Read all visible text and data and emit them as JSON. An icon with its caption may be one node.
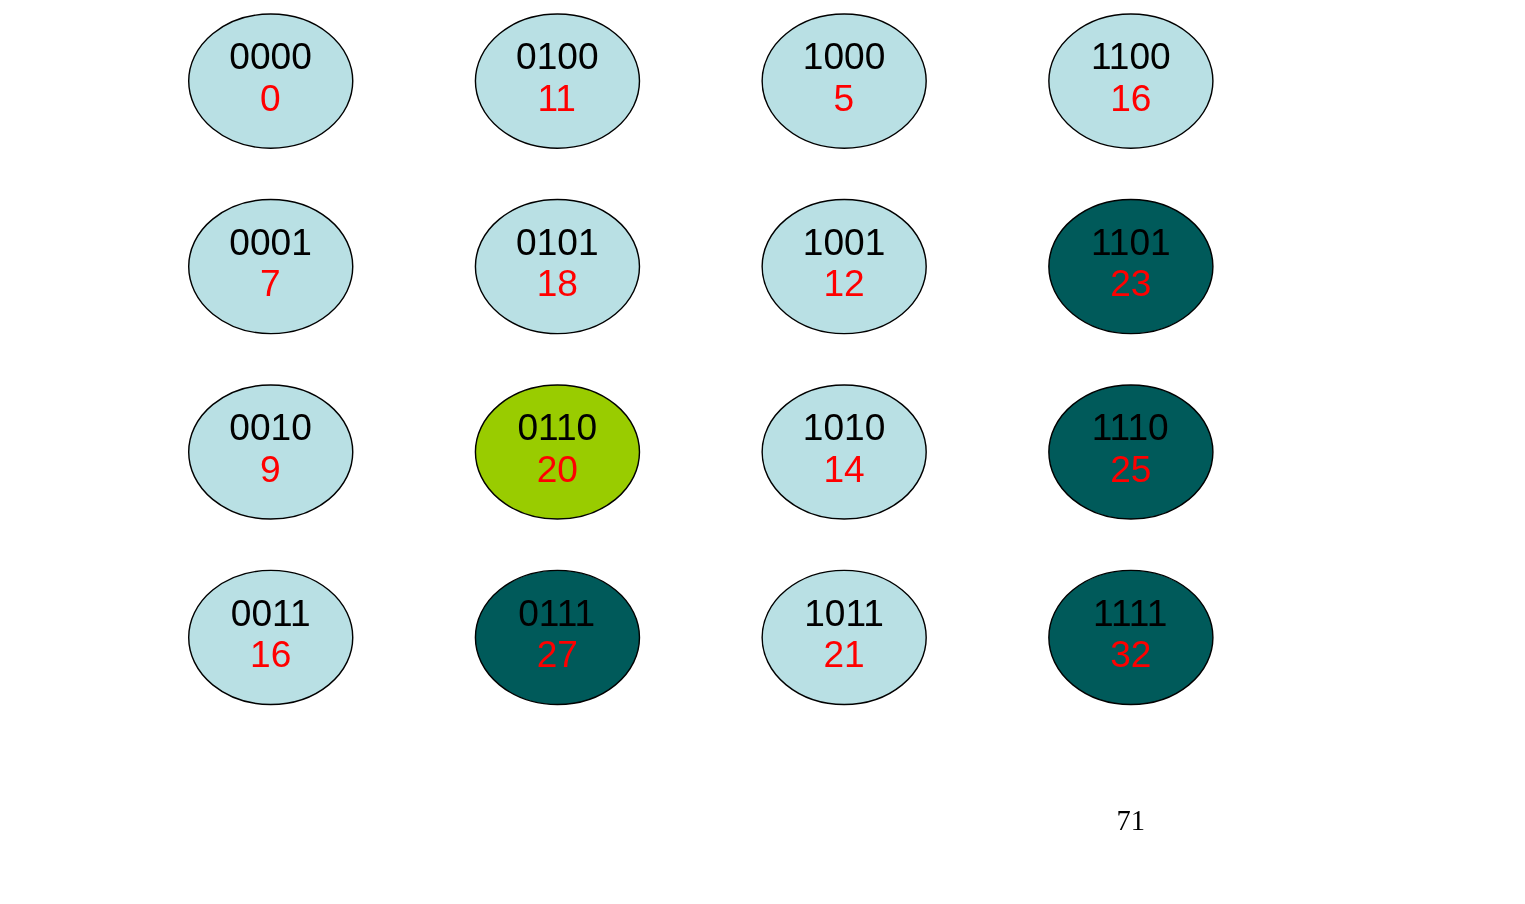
{
  "diagram": {
    "nodes": [
      {
        "text": [
          "0000",
          "0"
        ]
      },
      {
        "text": [
          "0100",
          "11"
        ]
      },
      {
        "text": [
          "1000",
          "5"
        ]
      },
      {
        "text": [
          "1100",
          "16"
        ]
      },
      {
        "text": [
          "0001",
          "7"
        ]
      },
      {
        "text": [
          "0101",
          "18"
        ]
      },
      {
        "text": [
          "1001",
          "12"
        ]
      },
      {
        "text": [
          "1101",
          "23"
        ]
      },
      {
        "text": [
          "0010",
          "9"
        ]
      },
      {
        "text": [
          "0110",
          "20"
        ]
      },
      {
        "text": [
          "1010",
          "14"
        ]
      },
      {
        "text": [
          "1110",
          "25"
        ]
      },
      {
        "text": [
          "0011",
          "16"
        ]
      },
      {
        "text": [
          "0111",
          "27"
        ]
      },
      {
        "text": [
          "1011",
          "21"
        ]
      },
      {
        "text": [
          "1111",
          "32"
        ]
      }
    ],
    "edges": [],
    "labels": [
      "71"
    ]
  }
}
